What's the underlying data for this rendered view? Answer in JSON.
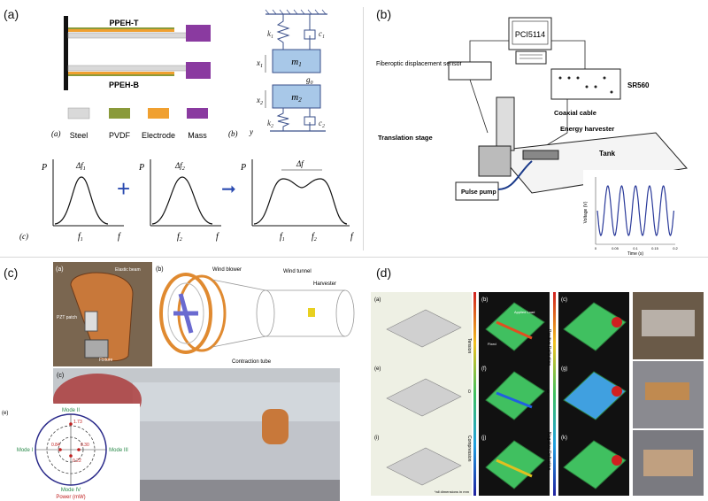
{
  "panels": {
    "a": {
      "label": "(a)",
      "beam_top": "PPEH-T",
      "beam_bottom": "PPEH-B",
      "sub_a": "(a)",
      "sub_b": "(b)",
      "sub_c": "(c)",
      "legend": [
        "Steel",
        "PVDF",
        "Electrode",
        "Mass"
      ],
      "legend_colors": [
        "#d9d9d9",
        "#8a9a3a",
        "#f0a030",
        "#8a3aa0"
      ],
      "spring_labels": {
        "k1": "k",
        "k1_sub": "1",
        "c1": "c",
        "c1_sub": "1",
        "k2": "k",
        "k2_sub": "2",
        "c2": "c",
        "c2_sub": "2",
        "m1": "m",
        "m1_sub": "1",
        "m2": "m",
        "m2_sub": "2",
        "x1": "x",
        "x1_sub": "1",
        "x2": "x",
        "x2_sub": "2",
        "g0": "g",
        "g0_sub": "0",
        "y": "y"
      },
      "plots": [
        {
          "ylabel": "P",
          "xlabel": "f",
          "tick": "f",
          "tick_sub": "1",
          "band": "Δf",
          "band_sub": "1"
        },
        {
          "ylabel": "P",
          "xlabel": "f",
          "tick": "f",
          "tick_sub": "2",
          "band": "Δf",
          "band_sub": "2"
        },
        {
          "ylabel": "P",
          "xlabel": "f",
          "tick1": "f",
          "tick1_sub": "1",
          "tick2": "f",
          "tick2_sub": "2",
          "band": "Δf"
        }
      ],
      "operators": [
        "+",
        "➞"
      ]
    },
    "b": {
      "label": "(b)",
      "computer": "PCI5114",
      "sensor": "Fiberoptic displacement sensor",
      "sr": "SR560",
      "cable": "Coaxial cable",
      "harvester": "Energy harvester",
      "stage": "Translation stage",
      "tank": "Tank",
      "pump": "Pulse pump",
      "inset": {
        "ylabel": "Voltage (V)",
        "xlabel": "Time (s)",
        "xticks": [
          "0",
          "0.05",
          "0.1",
          "0.15",
          "0.2"
        ]
      }
    },
    "c": {
      "label": "(c)",
      "sub_a": "(a)",
      "sub_b": "(b)",
      "sub_c": "(c)",
      "sub_e": "(e)",
      "photo_labels": [
        "Elastic beam",
        "PZT patch",
        "Fixture"
      ],
      "tunnel_labels": [
        "Wind blower",
        "Wind tunnel",
        "Harvester",
        "Contraction tube"
      ],
      "polar": {
        "top": "Mode II",
        "left": "Mode I",
        "right": "Mode III",
        "bottom": "Mode IV",
        "power": "Power (mW)",
        "values": [
          "1.73",
          "0.84",
          "0.30",
          "0.22"
        ]
      }
    },
    "d": {
      "label": "(d)",
      "grey_labels": [
        "(a)",
        "(e)",
        "(i)"
      ],
      "sim_labels": [
        "(b)",
        "(f)",
        "(j)"
      ],
      "sim2_labels": [
        "(c)",
        "(g)",
        "(k)"
      ],
      "bar1": {
        "top": "Tension",
        "mid": "0",
        "bottom": "Compression"
      },
      "bar2": {
        "top": "Positive Deflection",
        "mid": "0",
        "bottom": "Negative Deflection"
      },
      "applied_load": "Applied Load",
      "fixed": "Fixed",
      "footnote": "*all dimensions in mm"
    }
  }
}
